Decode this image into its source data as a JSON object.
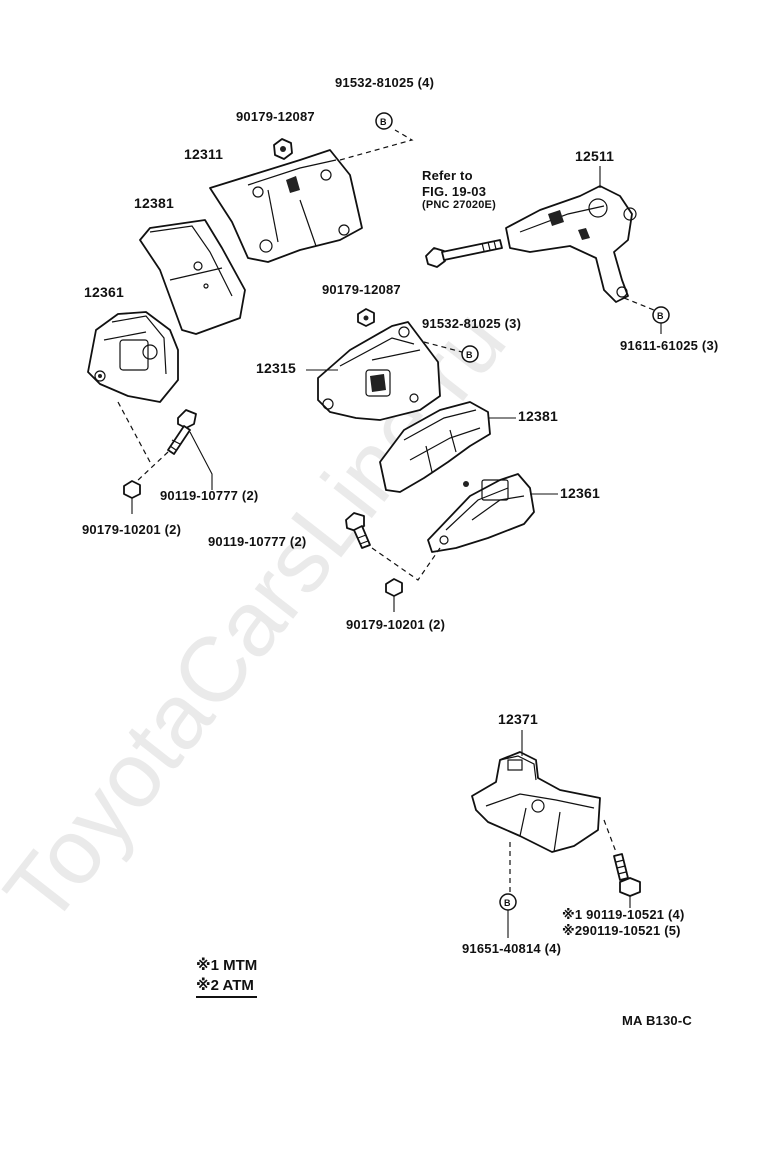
{
  "watermark": {
    "text": "ToyotaCarsLine.ru"
  },
  "refer_note": {
    "line1": "Refer to",
    "line2": "FIG. 19-03",
    "line3": "(PNC 27020E)"
  },
  "labels": {
    "p91532_top": "91532-81025 (4)",
    "p90179_12087_top": "90179-12087",
    "p12311": "12311",
    "p12381_left": "12381",
    "p12361_left": "12361",
    "p90119_10777_left": "90119-10777 (2)",
    "p90179_10201_left": "90179-10201  (2)",
    "p12511": "12511",
    "p91611": "91611-61025 (3)",
    "p90179_12087_mid": "90179-12087",
    "p91532_mid": "91532-81025 (3)",
    "p12315": "12315",
    "p12381_right": "12381",
    "p12361_right": "12361",
    "p90119_10777_mid": "90119-10777 (2)",
    "p90179_10201_mid": "90179-10201  (2)",
    "p12371": "12371",
    "p9011910521_1": "※1 90119-10521 (4)",
    "p9011910521_2": "※290119-10521 (5)",
    "p91651": "91651-40814 (4)"
  },
  "marker_b": "B",
  "legend": {
    "mtm": "※1 MTM",
    "atm": "※2 ATM"
  },
  "figure_code": "MA  B130-C"
}
